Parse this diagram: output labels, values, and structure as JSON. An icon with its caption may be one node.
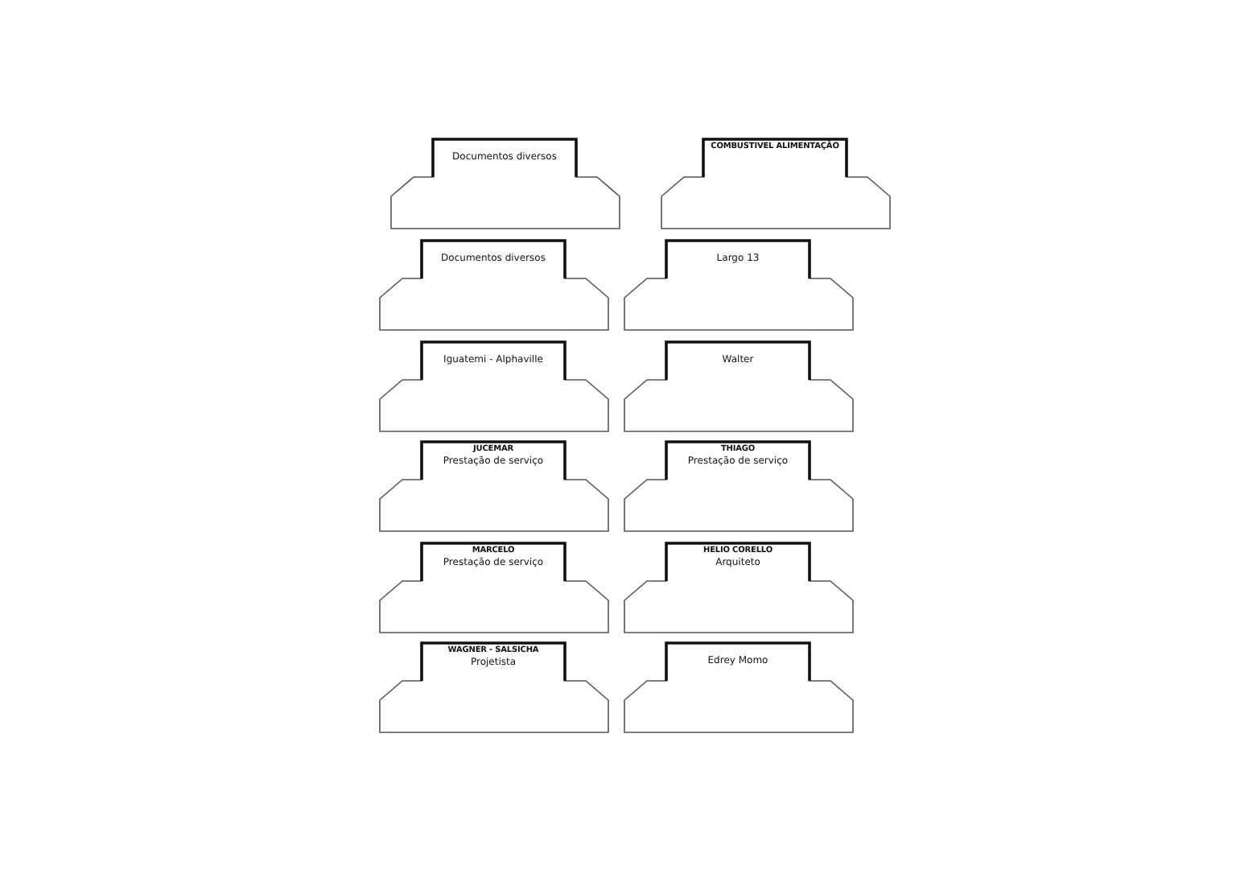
{
  "diagram": {
    "nodes": [
      {
        "text": [
          "Documentos diversos"
        ]
      },
      {
        "text": [
          "COMBUSTIVEL ALIMENTAÇÃO"
        ]
      },
      {
        "text": [
          "Documentos diversos"
        ]
      },
      {
        "text": [
          "Largo 13"
        ]
      },
      {
        "text": [
          "Iguatemi - Alphaville"
        ]
      },
      {
        "text": [
          "Walter"
        ]
      },
      {
        "text": [
          "JUCEMAR",
          "Prestação de serviço"
        ]
      },
      {
        "text": [
          "THIAGO",
          "Prestação de serviço"
        ]
      },
      {
        "text": [
          "MARCELO",
          "Prestação de serviço"
        ]
      },
      {
        "text": [
          "HELIO CORELLO",
          "Arquiteto"
        ]
      },
      {
        "text": [
          "WAGNER - SALSICHA",
          "Projetista"
        ]
      },
      {
        "text": [
          "Edrey Momo"
        ]
      }
    ]
  }
}
